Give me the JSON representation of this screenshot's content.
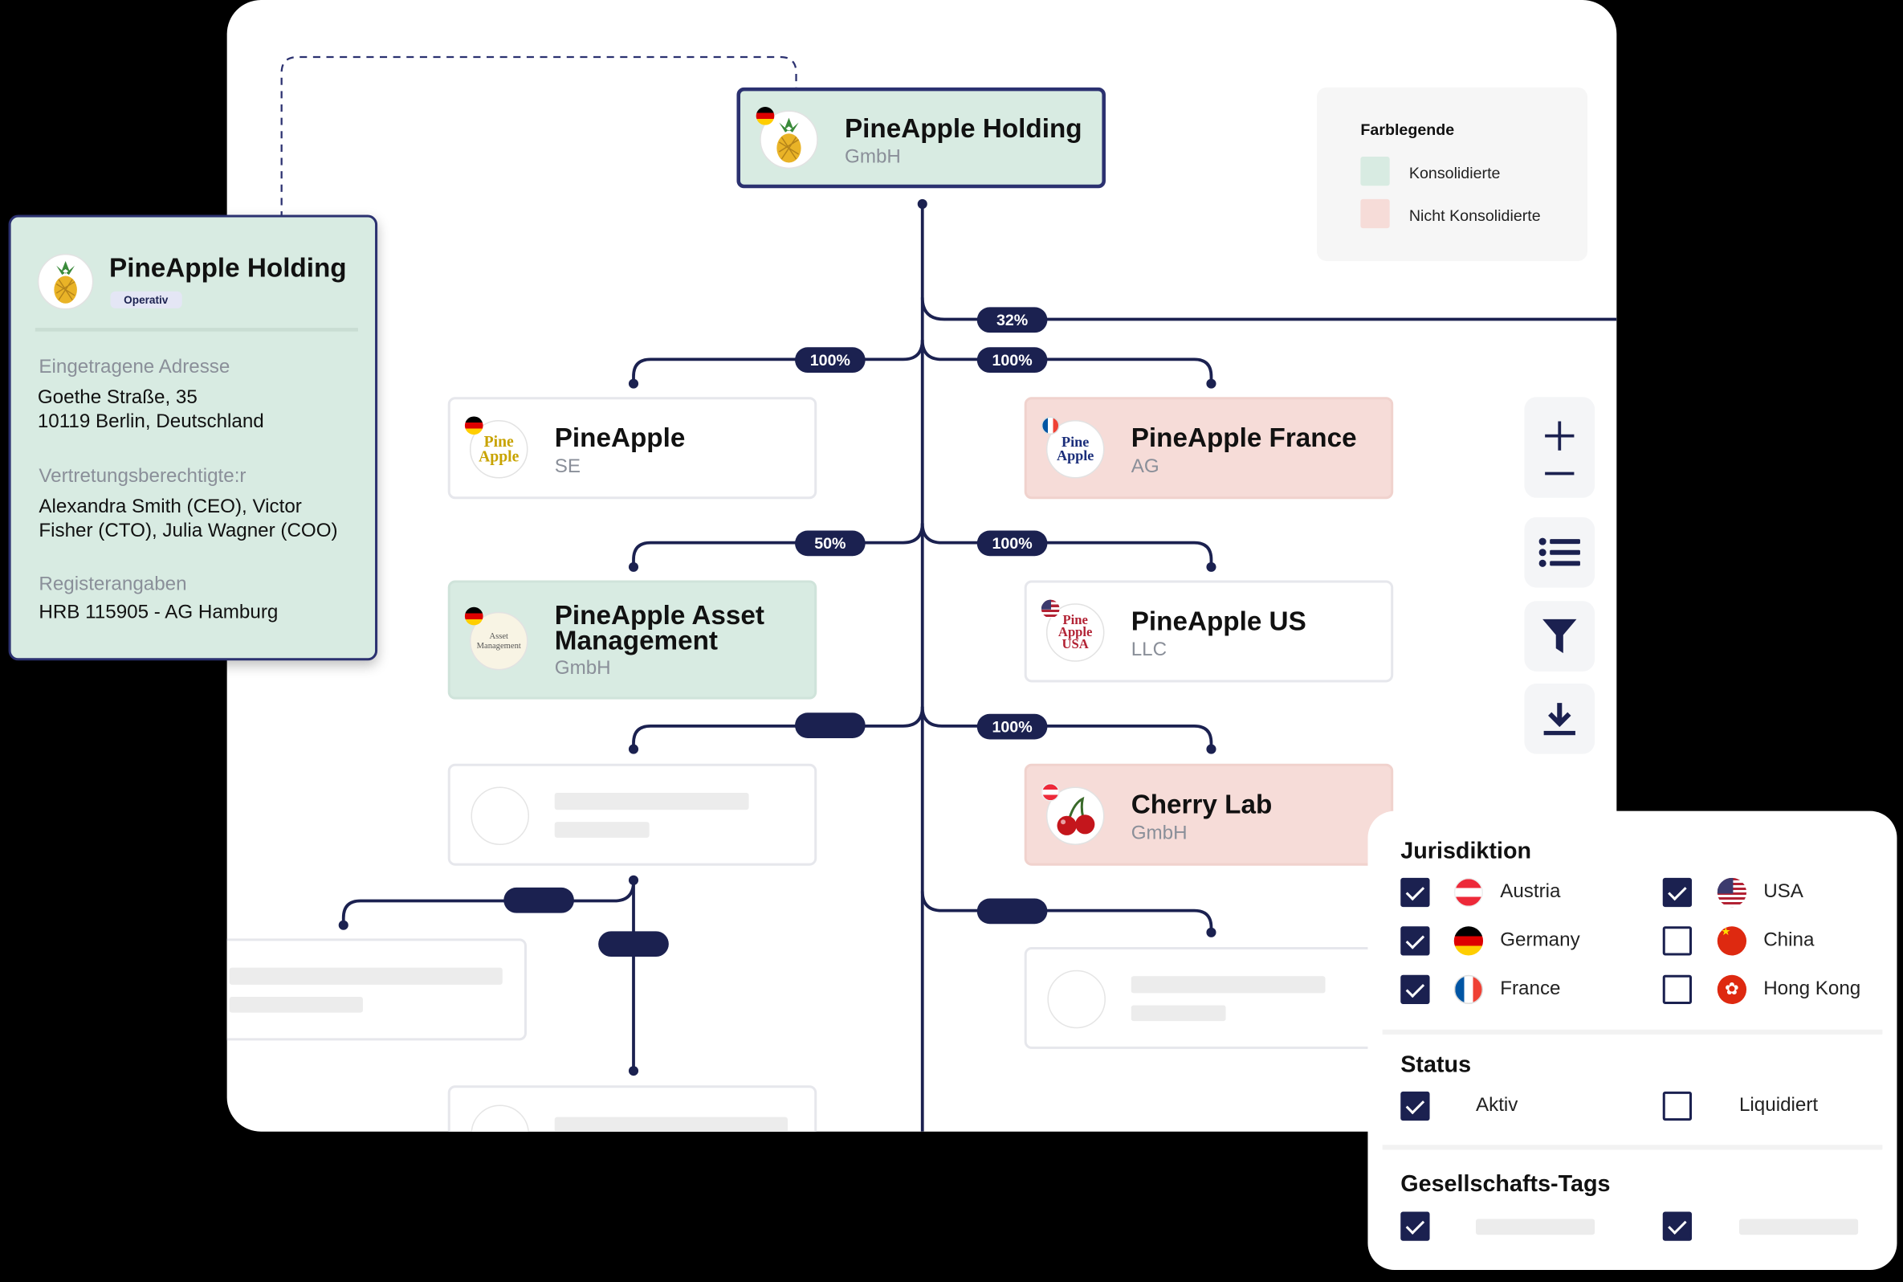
{
  "root": {
    "name": "PineApple Holding",
    "type": "GmbH"
  },
  "legend": {
    "title": "Farblegende",
    "items": [
      {
        "label": "Konsolidierte",
        "color": "#d8ebe2"
      },
      {
        "label": "Nicht Konsolidierte",
        "color": "#f6dcd8"
      }
    ]
  },
  "subsidiaries": {
    "se": {
      "name": "PineApple",
      "type": "SE",
      "logo_text": "Pine\nApple"
    },
    "france": {
      "name": "PineApple France",
      "type": "AG",
      "logo_text": "Pine\nApple"
    },
    "asset": {
      "name_line1": "PineApple Asset",
      "name_line2": "Management",
      "type": "GmbH",
      "logo_text": "Asset\nManagement"
    },
    "us": {
      "name": "PineApple US",
      "type": "LLC",
      "logo_text": "Pine\nApple\nUSA"
    },
    "cherry": {
      "name": "Cherry Lab",
      "type": "GmbH"
    }
  },
  "shares": {
    "top_right": "32%",
    "se": "100%",
    "france": "100%",
    "asset": "50%",
    "us": "100%",
    "cherry": "100%"
  },
  "info_panel": {
    "title": "PineApple Holding",
    "badge": "Operativ",
    "address_label": "Eingetragene Adresse",
    "address_line1": "Goethe Straße, 35",
    "address_line2": "10119 Berlin, Deutschland",
    "reps_label": "Vertretungsberechtigte:r",
    "reps_line1": "Alexandra Smith (CEO), Victor",
    "reps_line2": "Fisher (CTO), Julia Wagner (COO)",
    "register_label": "Registerangaben",
    "register_value": "HRB 115905 - AG Hamburg"
  },
  "toolbar": {
    "zoom_in_icon": "plus-icon",
    "zoom_out_icon": "minus-icon",
    "list_icon": "list-icon",
    "filter_icon": "funnel-icon",
    "download_icon": "download-icon"
  },
  "filter_panel": {
    "jurisdiction_title": "Jurisdiktion",
    "jurisdictions": [
      {
        "label": "Austria",
        "checked": true
      },
      {
        "label": "Germany",
        "checked": true
      },
      {
        "label": "France",
        "checked": true
      },
      {
        "label": "USA",
        "checked": true
      },
      {
        "label": "China",
        "checked": false
      },
      {
        "label": "Hong Kong",
        "checked": false
      }
    ],
    "status_title": "Status",
    "statuses": [
      {
        "label": "Aktiv",
        "checked": true
      },
      {
        "label": "Liquidiert",
        "checked": false
      }
    ],
    "tags_title": "Gesellschafts-Tags"
  },
  "colors": {
    "line": "#1b2150",
    "accent_border": "#2b3170"
  }
}
